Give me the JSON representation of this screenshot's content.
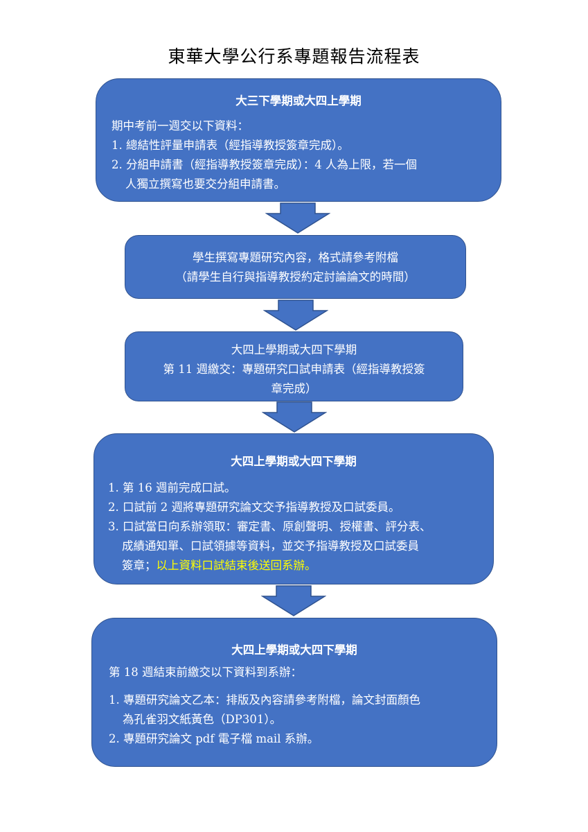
{
  "title": "東華大學公行系專題報告流程表",
  "colors": {
    "box_fill": "#4472C4",
    "box_border": "#2F528F",
    "highlight": "#FFFF00"
  },
  "steps": [
    {
      "heading": "大三下學期或大四上學期",
      "intro": "期中考前一週交以下資料：",
      "items": [
        "1. 總結性評量申請表（經指導教授簽章完成）。",
        "2. 分組申請書（經指導教授簽章完成）：4 人為上限，若一個"
      ],
      "item2_cont": "人獨立撰寫也要交分組申請書。"
    },
    {
      "line1": "學生撰寫專題研究內容，格式請參考附檔",
      "line2": "（請學生自行與指導教授約定討論論文的時間）"
    },
    {
      "heading": "大四上學期或大四下學期",
      "line1": "第 11 週繳交：專題研究口試申請表（經指導教授簽",
      "line2": "章完成）"
    },
    {
      "heading": "大四上學期或大四下學期",
      "items": [
        "1. 第 16 週前完成口試。",
        "2. 口試前 2 週將專題研究論文交予指導教授及口試委員。",
        "3. 口試當日向系辦領取：審定書、原創聲明、授權書、評分表、"
      ],
      "item3_cont": "成績通知單、口試領據等資料，並交予指導教授及口試委員",
      "item3_end": "簽章；",
      "item3_highlight": "以上資料口試結束後送回系辦。"
    },
    {
      "heading": "大四上學期或大四下學期",
      "intro": "第 18 週結束前繳交以下資料到系辦：",
      "items": [
        "1. 專題研究論文乙本：排版及內容請參考附檔，論文封面顏色",
        "2. 專題研究論文 pdf 電子檔 mail 系辦。"
      ],
      "item1_cont": "為孔雀羽文紙黃色（DP301）。"
    }
  ]
}
